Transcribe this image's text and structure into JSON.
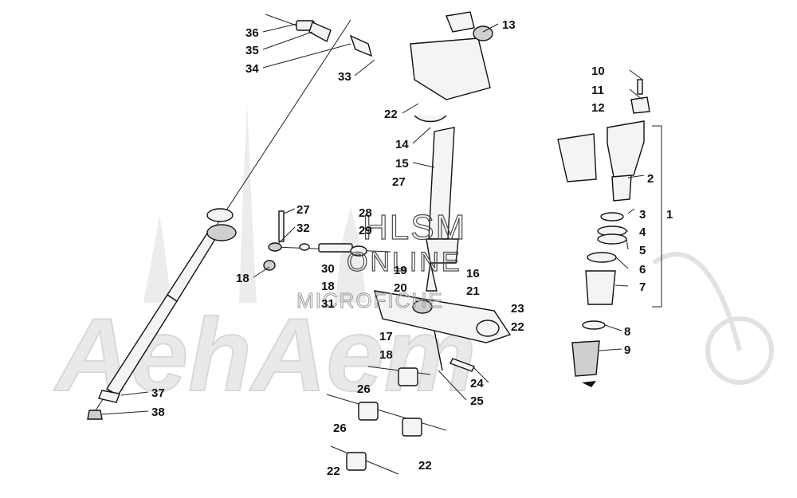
{
  "watermarks": {
    "background_word": "AehAem",
    "site_line1": "HLSM",
    "site_line2": "ONLINE",
    "site_line3": "MICROFICHE"
  },
  "callouts": [
    {
      "id": "c36",
      "text": "36"
    },
    {
      "id": "c35",
      "text": "35"
    },
    {
      "id": "c34",
      "text": "34"
    },
    {
      "id": "c33",
      "text": "33"
    },
    {
      "id": "c13",
      "text": "13"
    },
    {
      "id": "c22a",
      "text": "22"
    },
    {
      "id": "c14",
      "text": "14"
    },
    {
      "id": "c15",
      "text": "15"
    },
    {
      "id": "c27a",
      "text": "27"
    },
    {
      "id": "c27b",
      "text": "27"
    },
    {
      "id": "c28",
      "text": "28"
    },
    {
      "id": "c29",
      "text": "29"
    },
    {
      "id": "c32",
      "text": "32"
    },
    {
      "id": "c30",
      "text": "30"
    },
    {
      "id": "c18a",
      "text": "18"
    },
    {
      "id": "c18b",
      "text": "18"
    },
    {
      "id": "c31",
      "text": "31"
    },
    {
      "id": "c19",
      "text": "19"
    },
    {
      "id": "c20",
      "text": "20"
    },
    {
      "id": "c16",
      "text": "16"
    },
    {
      "id": "c21",
      "text": "21"
    },
    {
      "id": "c23",
      "text": "23"
    },
    {
      "id": "c22b",
      "text": "22"
    },
    {
      "id": "c17",
      "text": "17"
    },
    {
      "id": "c18c",
      "text": "18"
    },
    {
      "id": "c24",
      "text": "24"
    },
    {
      "id": "c25",
      "text": "25"
    },
    {
      "id": "c26a",
      "text": "26"
    },
    {
      "id": "c26b",
      "text": "26"
    },
    {
      "id": "c22c",
      "text": "22"
    },
    {
      "id": "c22d",
      "text": "22"
    },
    {
      "id": "c37",
      "text": "37"
    },
    {
      "id": "c38",
      "text": "38"
    },
    {
      "id": "c10",
      "text": "10"
    },
    {
      "id": "c11",
      "text": "11"
    },
    {
      "id": "c12",
      "text": "12"
    },
    {
      "id": "c2",
      "text": "2"
    },
    {
      "id": "c3",
      "text": "3"
    },
    {
      "id": "c1",
      "text": "1"
    },
    {
      "id": "c4",
      "text": "4"
    },
    {
      "id": "c5",
      "text": "5"
    },
    {
      "id": "c6",
      "text": "6"
    },
    {
      "id": "c7",
      "text": "7"
    },
    {
      "id": "c8",
      "text": "8"
    },
    {
      "id": "c9",
      "text": "9"
    }
  ]
}
